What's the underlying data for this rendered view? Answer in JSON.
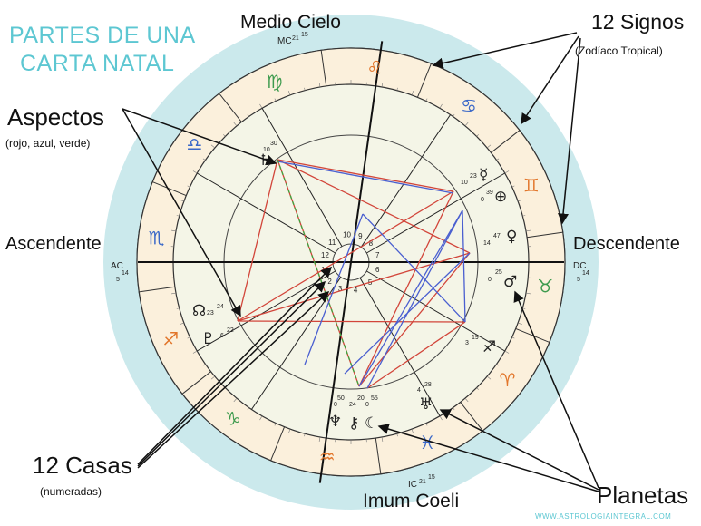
{
  "title": {
    "line1": "PARTES DE UNA",
    "line2": "CARTA NATAL",
    "color": "#5dc7d2"
  },
  "labels": {
    "medio_cielo": "Medio Cielo",
    "mc_mark": "MC",
    "mc_deg": "21",
    "mc_min": "15",
    "signos": "12 Signos",
    "signos_sub": "(Zodíaco Tropical)",
    "aspectos": "Aspectos",
    "aspectos_sub": "(rojo, azul, verde)",
    "ascendente": "Ascendente",
    "ac_mark": "AC",
    "ac_deg": "5",
    "ac_min": "14",
    "descendente": "Descendente",
    "dc_mark": "DC",
    "dc_deg": "5",
    "dc_min": "14",
    "casas": "12 Casas",
    "casas_sub": "(numeradas)",
    "imum_coeli": "Imum Coeli",
    "ic_mark": "IC",
    "ic_deg": "21",
    "ic_min": "15",
    "planetas": "Planetas",
    "website": "WWW.ASTROLOGIAINTEGRAL.COM"
  },
  "colors": {
    "outer_ring": "#cbe9ec",
    "zodiac_band": "#fbf0dc",
    "inner_disc": "#f4f5e7",
    "line_red": "#d2453a",
    "line_blue": "#4a5fd0",
    "line_green": "#3fa43f",
    "sign_orange": "#e2762b",
    "sign_green": "#3e9b4e",
    "sign_blue": "#3a68c8"
  },
  "signs": [
    {
      "name": "cancer",
      "glyph": "♋"
    },
    {
      "name": "leo",
      "glyph": "♌"
    },
    {
      "name": "virgo",
      "glyph": "♍"
    },
    {
      "name": "libra",
      "glyph": "♎"
    },
    {
      "name": "scorpio",
      "glyph": "♏"
    },
    {
      "name": "sagittarius",
      "glyph": "♐"
    },
    {
      "name": "capricorn",
      "glyph": "♑"
    },
    {
      "name": "aquarius",
      "glyph": "♒"
    },
    {
      "name": "pisces",
      "glyph": "♓"
    },
    {
      "name": "aries",
      "glyph": "♈"
    },
    {
      "name": "taurus",
      "glyph": "♉"
    },
    {
      "name": "gemini",
      "glyph": "♊"
    }
  ],
  "houses": [
    "1",
    "2",
    "3",
    "4",
    "5",
    "6",
    "7",
    "8",
    "9",
    "10",
    "11",
    "12"
  ],
  "planets": [
    {
      "name": "saturn",
      "glyph": "♄",
      "deg": "10",
      "min": "30"
    },
    {
      "name": "mercury",
      "glyph": "☿",
      "deg": "10",
      "min": "23"
    },
    {
      "name": "earth",
      "glyph": "⊕",
      "deg": "0",
      "min": "39"
    },
    {
      "name": "venus",
      "glyph": "♀",
      "deg": "14",
      "min": "47"
    },
    {
      "name": "mars",
      "glyph": "♂",
      "deg": "0",
      "min": "25"
    },
    {
      "name": "sagittarius-point",
      "glyph": "♐",
      "deg": "3",
      "min": "19"
    },
    {
      "name": "uranus",
      "glyph": "♅",
      "deg": "4",
      "min": "28"
    },
    {
      "name": "neptune",
      "glyph": "♆",
      "deg": "0",
      "min": "50"
    },
    {
      "name": "chiron",
      "glyph": "⚷",
      "deg": "24",
      "min": "20"
    },
    {
      "name": "moon",
      "glyph": "☾",
      "deg": "0",
      "min": "55"
    },
    {
      "name": "node",
      "glyph": "☊",
      "deg": "23",
      "min": "24"
    },
    {
      "name": "pluto",
      "glyph": "♇",
      "deg": "6",
      "min": "22"
    }
  ]
}
